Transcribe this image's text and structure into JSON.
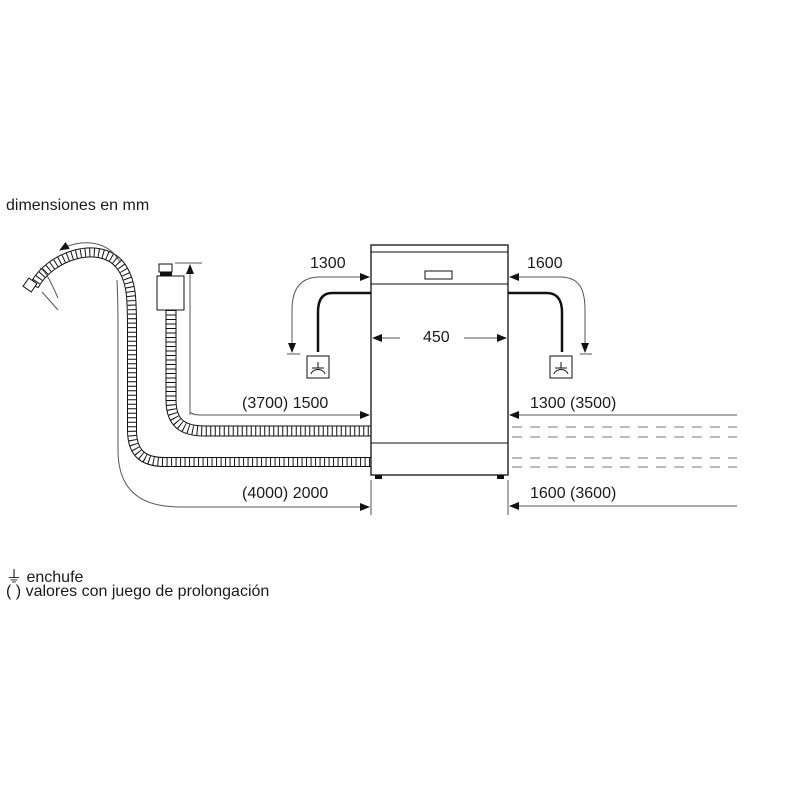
{
  "title": "dimensiones en mm",
  "dimensions": {
    "power_left": "1300",
    "power_right": "1600",
    "width": "450",
    "drain_left": "(3700) 1500",
    "drain_right": "1300 (3500)",
    "inlet_left": "(4000) 2000",
    "inlet_right": "1600 (3600)"
  },
  "legend": {
    "plug_symbol": "⏚",
    "plug_label": "enchufe",
    "parens_symbol": "( )",
    "parens_label": "valores con juego de prolongación"
  }
}
